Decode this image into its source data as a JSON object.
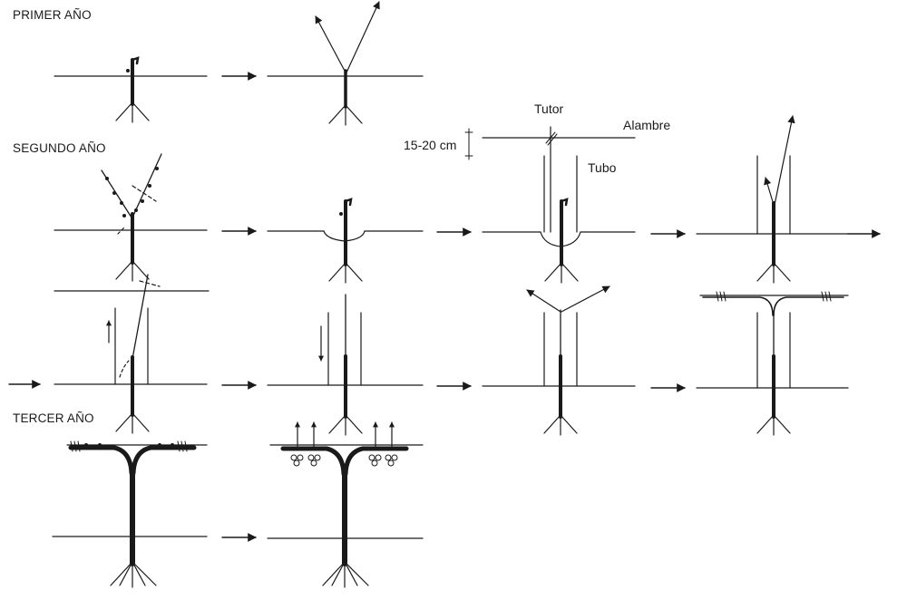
{
  "sections": {
    "first_year": "PRIMER AÑO",
    "second_year": "SEGUNDO AÑO",
    "third_year": "TERCER AÑO"
  },
  "annotations": {
    "stake": "Tutor",
    "wire": "Alambre",
    "tube": "Tubo",
    "distance": "15-20 cm"
  },
  "colors": {
    "ink": "#1a1a1a",
    "background": "#ffffff"
  }
}
